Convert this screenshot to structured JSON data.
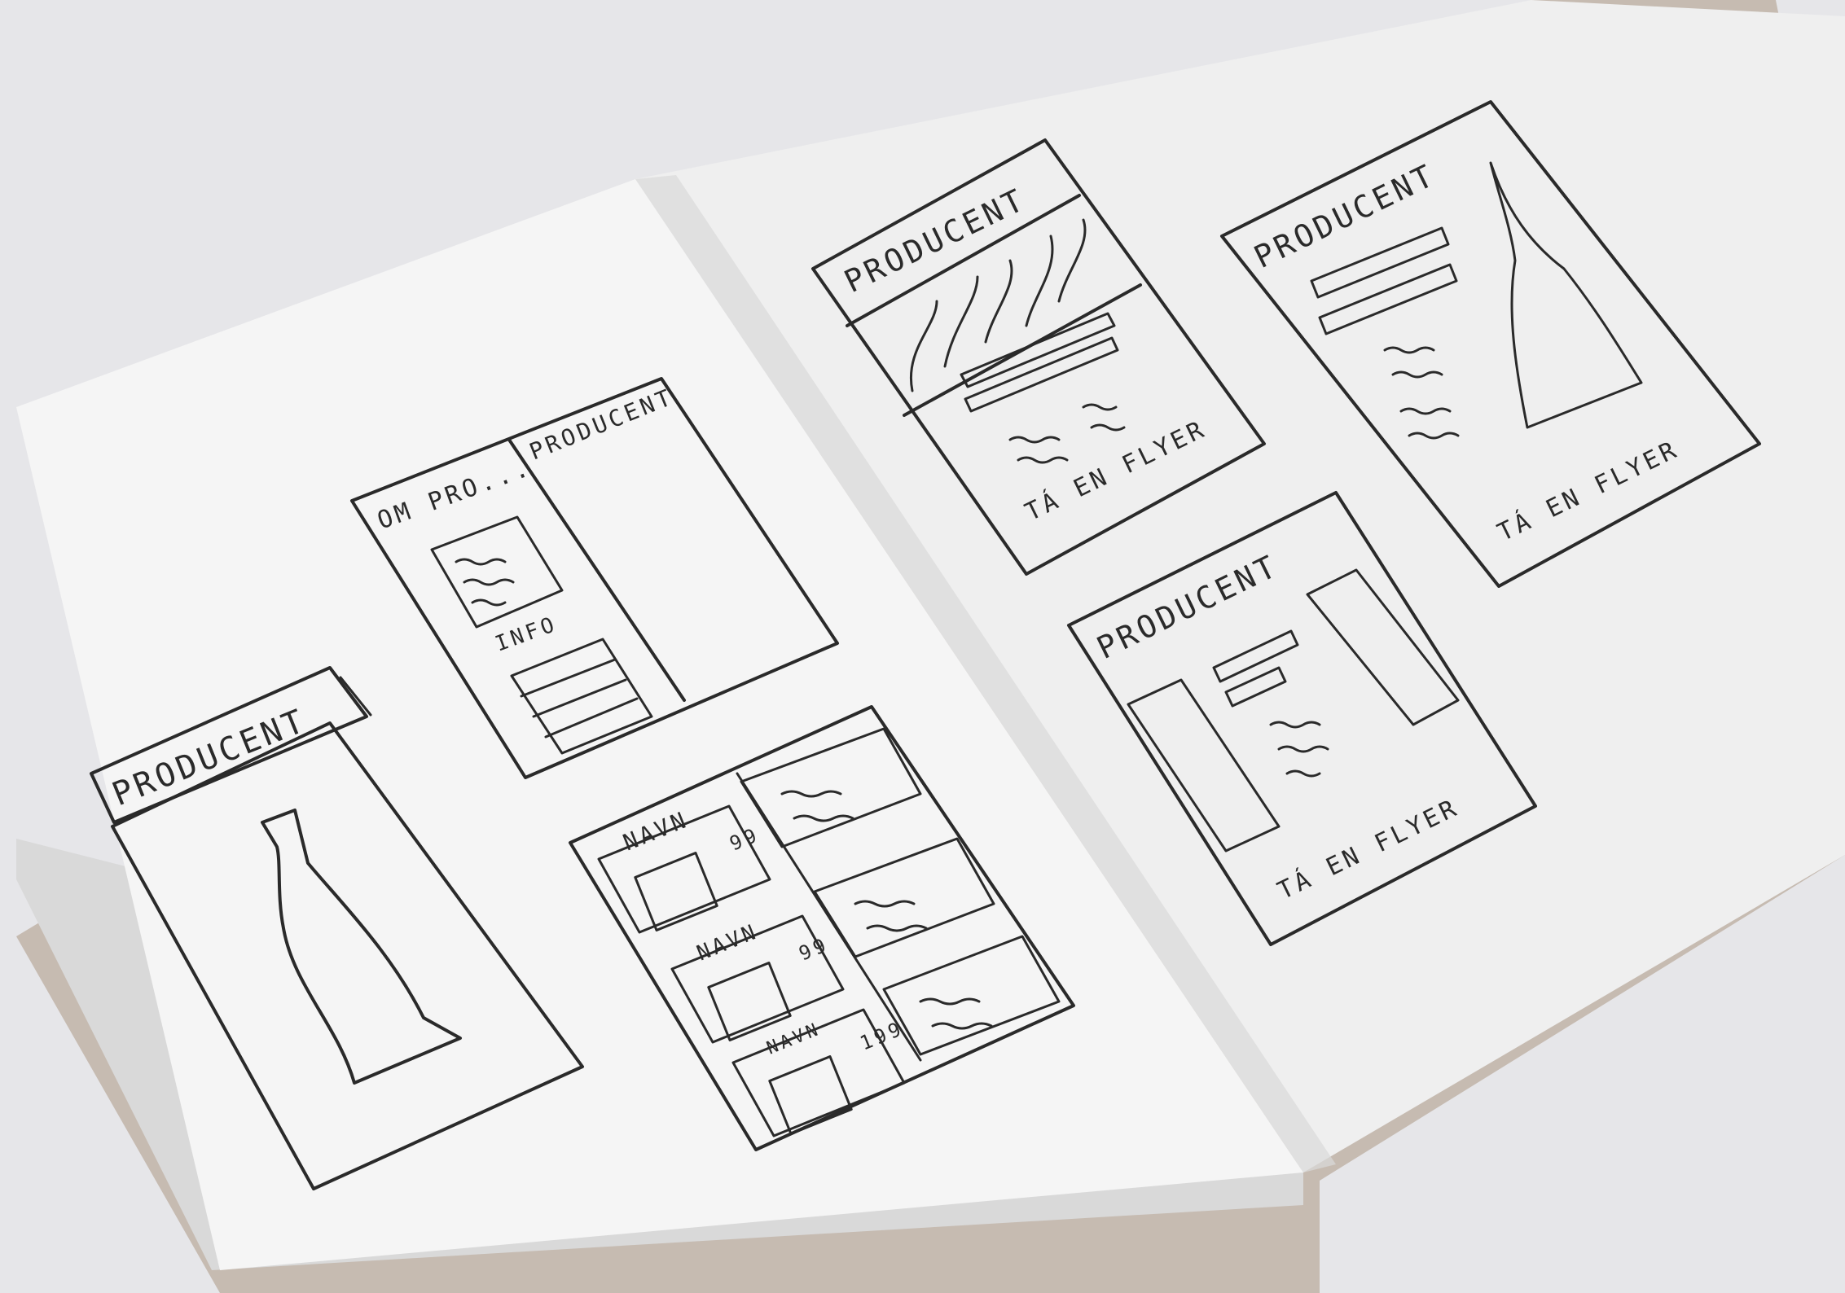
{
  "colors": {
    "background": "#e6e6e9",
    "page": "#f4f4f4",
    "ink": "#2a2a2a",
    "cover": "#8a6a4a"
  },
  "left_page": {
    "sketch_bottle": {
      "title": "PRODUCENT"
    },
    "sketch_about": {
      "about_label": "OM PRO...",
      "title": "PRODUCENT",
      "info_label": "INFO"
    },
    "sketch_list": {
      "rows": [
        {
          "name": "NAVN",
          "price": "99"
        },
        {
          "name": "NAVN",
          "price": "99"
        },
        {
          "name": "NAVN",
          "price": "199"
        }
      ]
    }
  },
  "right_page": {
    "sketch_top_left": {
      "title": "PRODUCENT",
      "button": "TÁ EN FLYER"
    },
    "sketch_top_right": {
      "title": "PRODUCENT",
      "button": "TÁ EN FLYER"
    },
    "sketch_bottom": {
      "title": "PRODUCENT",
      "button": "TÁ EN FLYER"
    }
  }
}
